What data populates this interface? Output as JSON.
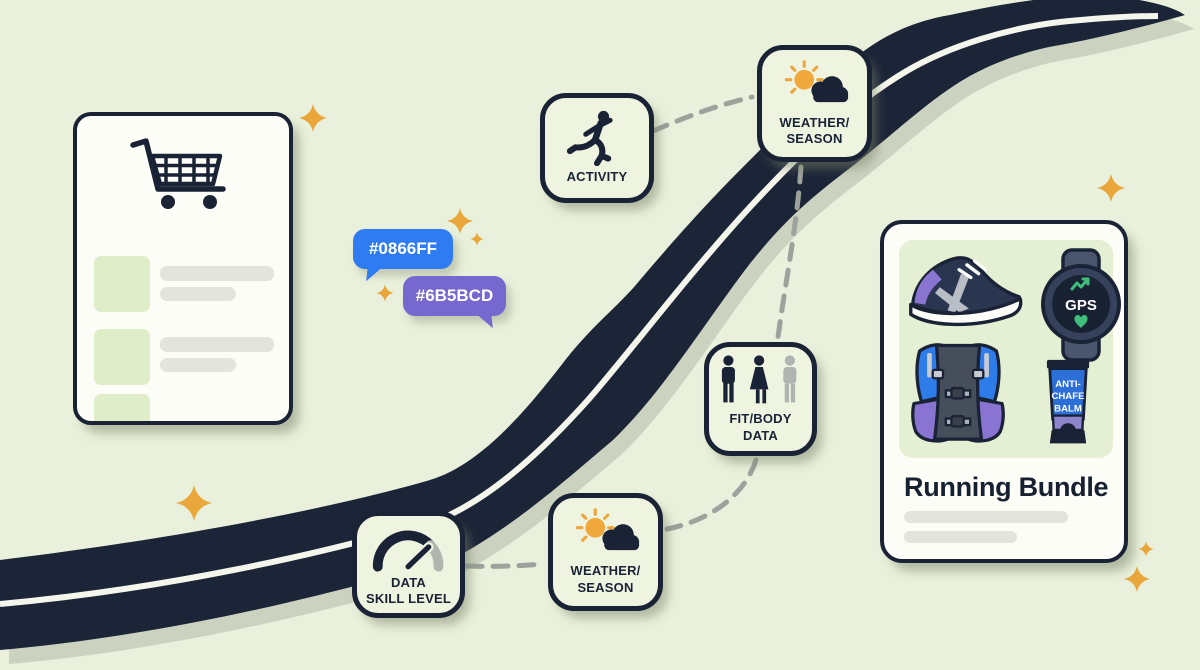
{
  "palette": {
    "background": "#E9F0DB",
    "road": "#1C2438",
    "road_line": "#F4F6EC",
    "shadow": "#C9CEBD",
    "outline": "#1A2336",
    "node_fill": "#EFF4E1",
    "connector": "#9CA29C",
    "sparkle": "#E9A63B",
    "bubble_blue": "#2E7BF2",
    "bubble_purple": "#7668CE",
    "item_blue": "#2E7BEA",
    "item_purple": "#8A74D2",
    "item_green": "#3FBE7C",
    "item_orange": "#F0A83D",
    "card_bg": "#FDFDF8",
    "placeholder_green": "#DFEDC8",
    "placeholder_gray": "#E3E4DD",
    "panel_green": "#E4EFD3",
    "title": "#162030"
  },
  "bubbles": [
    {
      "text": "#0866FF"
    },
    {
      "text": "#6B5BCD"
    }
  ],
  "nodes": [
    {
      "id": "activity",
      "line1": "ACTIVITY",
      "line2": "",
      "icon": "runner-icon"
    },
    {
      "id": "weather-season-top",
      "line1": "WEATHER/",
      "line2": "SEASON",
      "icon": "sun-cloud-icon"
    },
    {
      "id": "fit-body-data",
      "line1": "FIT/BODY",
      "line2": "DATA",
      "icon": "people-icon"
    },
    {
      "id": "weather-season-bottom",
      "line1": "WEATHER/",
      "line2": "SEASON",
      "icon": "sun-cloud-icon"
    },
    {
      "id": "data-skill-level",
      "line1": "DATA",
      "line2": "SKILL LEVEL",
      "icon": "gauge-icon"
    }
  ],
  "bundle_card": {
    "title": "Running Bundle",
    "gps_label": "GPS",
    "balm_lines": [
      "ANTI-",
      "CHAFE",
      "BALM"
    ],
    "product_icons": [
      "running-shoe-icon",
      "gps-watch-icon",
      "hydration-vest-icon",
      "anti-chafe-balm-icon"
    ]
  },
  "cart_card": {
    "icon": "shopping-cart-icon"
  }
}
